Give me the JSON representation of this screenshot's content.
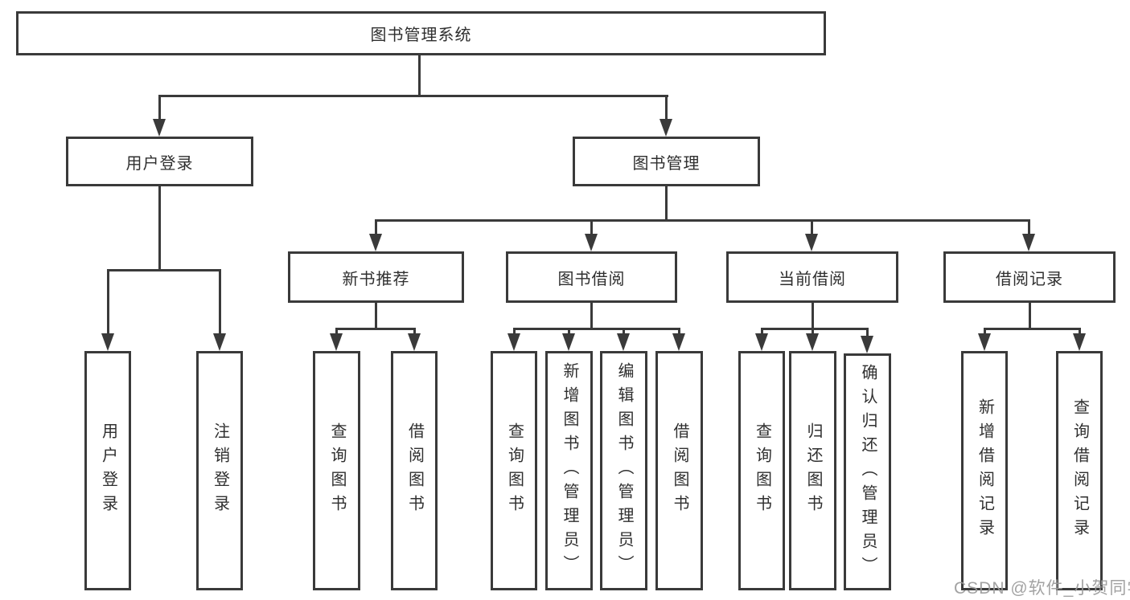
{
  "tree": {
    "label": "图书管理系统",
    "children": [
      {
        "label": "用户登录",
        "children": [
          {
            "label": "用户登录"
          },
          {
            "label": "注销登录"
          }
        ]
      },
      {
        "label": "图书管理",
        "children": [
          {
            "label": "新书推荐",
            "children": [
              {
                "label": "查询图书"
              },
              {
                "label": "借阅图书"
              }
            ]
          },
          {
            "label": "图书借阅",
            "children": [
              {
                "label": "查询图书"
              },
              {
                "label": "新增图书（管理员）"
              },
              {
                "label": "编辑图书（管理员）"
              },
              {
                "label": "借阅图书"
              }
            ]
          },
          {
            "label": "当前借阅",
            "children": [
              {
                "label": "查询图书"
              },
              {
                "label": "归还图书"
              },
              {
                "label": "确认归还（管理员）"
              }
            ]
          },
          {
            "label": "借阅记录",
            "children": [
              {
                "label": "新增借阅记录"
              },
              {
                "label": "查询借阅记录"
              }
            ]
          }
        ]
      }
    ]
  },
  "watermark": "CSDN @软件_小贺同学",
  "colors": {
    "line": "#3a3a3a",
    "text": "#2f2f2f",
    "watermark": "#9b9b9b",
    "background": "#ffffff"
  }
}
